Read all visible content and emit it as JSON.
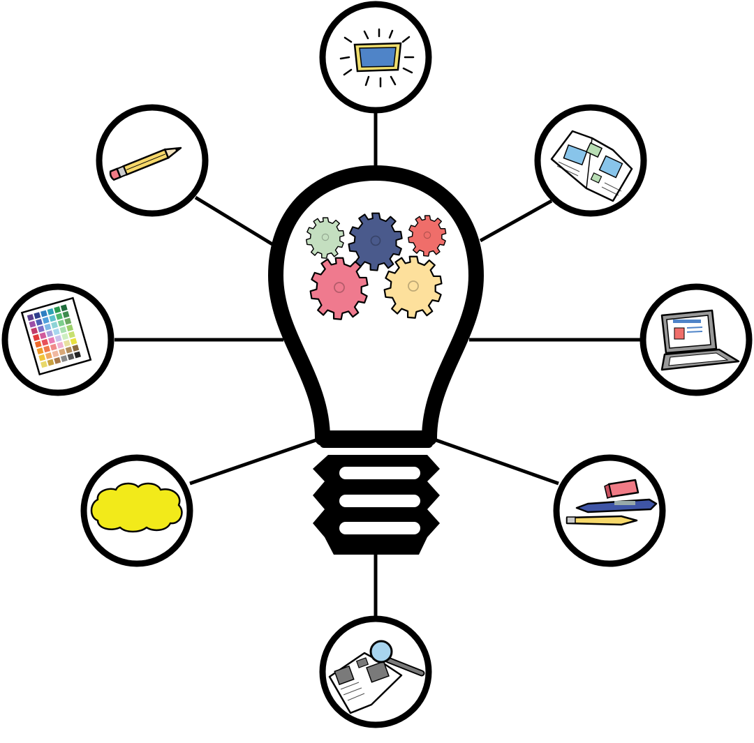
{
  "diagram": {
    "center": {
      "icon": "lightbulb-icon",
      "contents": "gears-icon"
    },
    "nodes": [
      {
        "id": "screen",
        "icon": "glowing-screen-icon"
      },
      {
        "id": "magazine",
        "icon": "open-magazine-icon"
      },
      {
        "id": "laptop",
        "icon": "laptop-icon"
      },
      {
        "id": "stationery",
        "icon": "eraser-pen-pencil-icon"
      },
      {
        "id": "search",
        "icon": "magnifier-newspaper-icon"
      },
      {
        "id": "cloud",
        "icon": "yellow-cloud-icon"
      },
      {
        "id": "palette",
        "icon": "color-swatch-chart-icon"
      },
      {
        "id": "pencil",
        "icon": "pencil-icon"
      }
    ],
    "colors": {
      "outline": "#000000",
      "screen_blue": "#4f84c8",
      "screen_frame": "#f0df6e",
      "gear_green": "#c4dfc0",
      "gear_navy": "#4a5a8c",
      "gear_red": "#ef6e6a",
      "gear_pink": "#ef7a8e",
      "gear_cream": "#fde09c",
      "cloud_yellow": "#f2ea1a",
      "pencil_yellow": "#f6d86a",
      "eraser_pink": "#f07b86",
      "pen_blue": "#3f55a6",
      "lens_blue": "#a8d4ee",
      "page_blue": "#88c4ea",
      "page_green": "#b8ddb4"
    }
  }
}
